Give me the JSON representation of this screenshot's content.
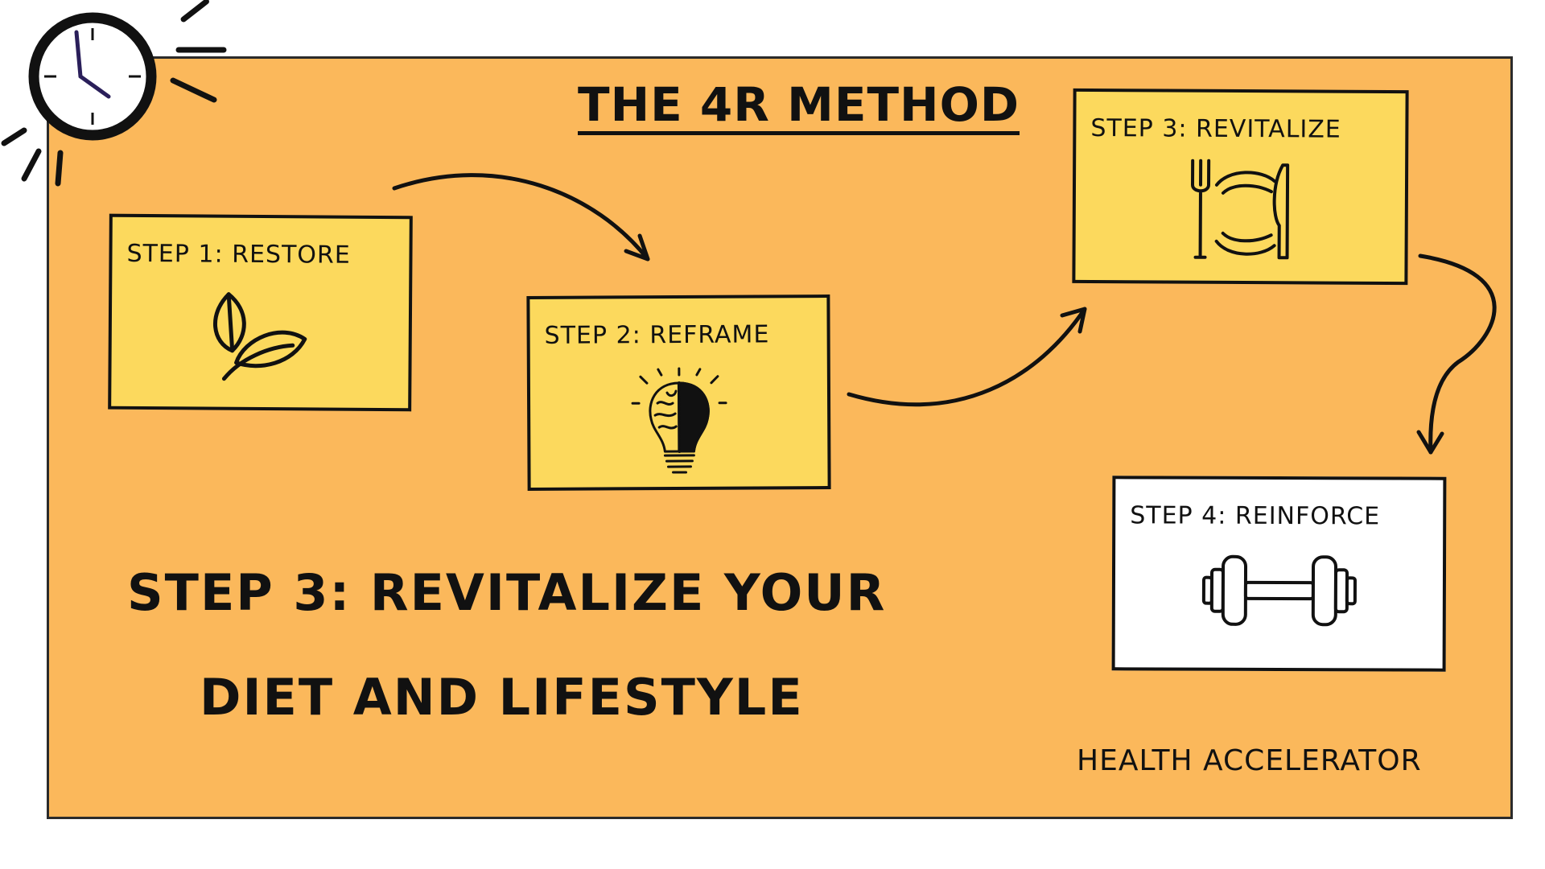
{
  "title": "THE 4R METHOD",
  "steps": [
    {
      "label": "STEP 1: RESTORE",
      "icon": "leaves-icon",
      "fill": "#fcd95d"
    },
    {
      "label": "STEP 2: REFRAME",
      "icon": "brain-lightbulb-icon",
      "fill": "#fcd95d"
    },
    {
      "label": "STEP 3: REVITALIZE",
      "icon": "plate-fork-knife-icon",
      "fill": "#fcd95d"
    },
    {
      "label": "STEP 4: REINFORCE",
      "icon": "dumbbell-icon",
      "fill": "#ffffff"
    }
  ],
  "headline": {
    "line1": "STEP 3: REVITALIZE YOUR",
    "line2": "DIET AND LIFESTYLE"
  },
  "brand": "HEALTH ACCELERATOR",
  "decor": {
    "clock_icon": "clock-icon",
    "arrow_icon": "curved-arrow-icon"
  },
  "colors": {
    "board": "#fbb85b",
    "card_yellow": "#fcd95d",
    "card_white": "#ffffff",
    "ink": "#111111",
    "clock_hands": "#2a1f5a"
  }
}
